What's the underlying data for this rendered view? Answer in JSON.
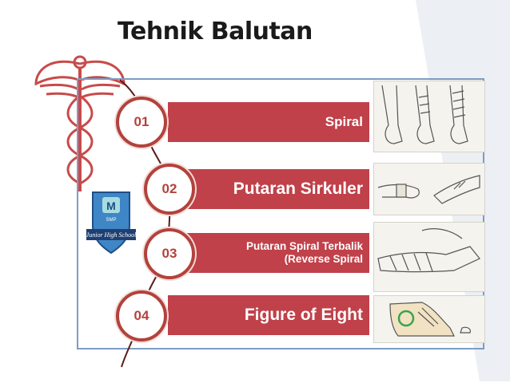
{
  "title": "Tehnik Balutan",
  "steps": [
    {
      "number": "01",
      "label": "Spiral"
    },
    {
      "number": "02",
      "label": "Putaran Sirkuler"
    },
    {
      "number": "03",
      "label_line1": "Putaran Spiral Terbalik",
      "label_line2": "(Reverse Spiral"
    },
    {
      "number": "04",
      "label": "Figure of Eight"
    }
  ],
  "badge": {
    "name": "Junior High School",
    "short": "SMP"
  },
  "colors": {
    "bar": "#c0414a",
    "circle_border": "#b3423c",
    "frame": "#7d9cc4",
    "title": "#1a1a1a"
  },
  "icons": [
    "caduceus-icon",
    "school-badge-icon",
    "bandage-illustration"
  ]
}
